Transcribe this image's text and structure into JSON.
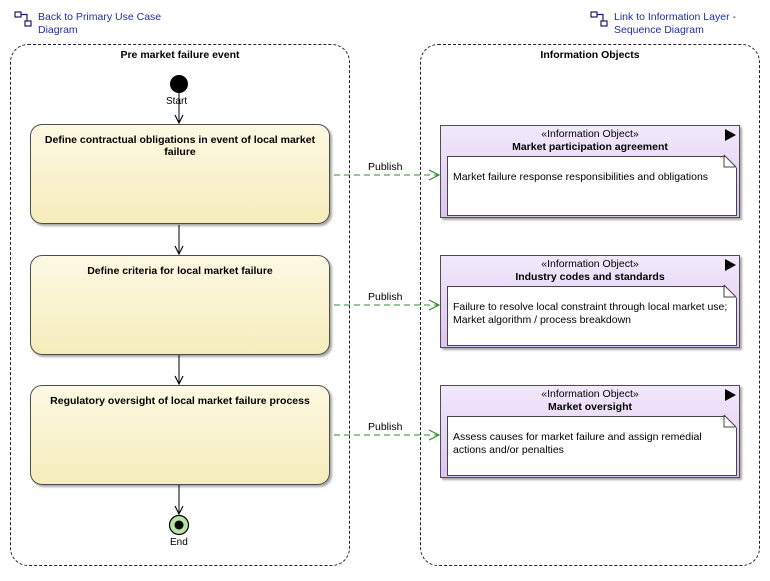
{
  "links": {
    "back": "Back to Primary Use Case\nDiagram",
    "info_layer": "Link to Information Layer -\nSequence Diagram"
  },
  "partitions": {
    "left_title": "Pre market failure event",
    "right_title": "Information Objects"
  },
  "start_label": "Start",
  "end_label": "End",
  "actions": [
    {
      "title": "Define contractual obligations in event of local market failure"
    },
    {
      "title": "Define criteria for local market failure"
    },
    {
      "title": "Regulatory oversight of local market failure process"
    }
  ],
  "flows": [
    {
      "label": "Publish"
    },
    {
      "label": "Publish"
    },
    {
      "label": "Publish"
    }
  ],
  "info_objects": [
    {
      "stereotype": "«Information Object»",
      "name": "Market participation agreement",
      "note": "Market failure response responsibilities and obligations"
    },
    {
      "stereotype": "«Information Object»",
      "name": "Industry codes and standards",
      "note": "Failure to resolve local constraint through local market use;\nMarket algorithm / process breakdown"
    },
    {
      "stereotype": "«Information Object»",
      "name": "Market oversight",
      "note": "Assess causes for market failure and assign remedial\nactions and/or penalties"
    }
  ],
  "colors": {
    "action_fill": "#f6edbc",
    "info_fill": "#ddc4f2",
    "flow_line": "#2e8b2e",
    "link_text": "#1f2fa6",
    "end_fill": "#b9e3a4"
  }
}
